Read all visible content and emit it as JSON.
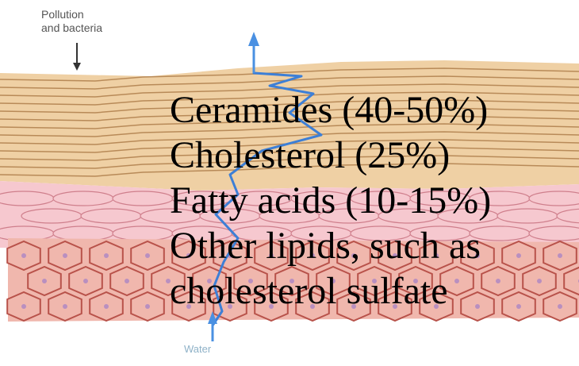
{
  "pollution_label": {
    "line1": "Pollution",
    "line2": "and bacteria"
  },
  "lipid_list": [
    "Ceramides (40-50%)",
    "Cholesterol (25%)",
    "Fatty acids (10-15%)",
    "Other lipids, such as",
    "cholesterol sulfate"
  ],
  "water_label": "Water",
  "colors": {
    "corneocyte_fill": "#efd0a4",
    "corneocyte_stroke": "#b88a58",
    "granular_fill": "#f6c8cf",
    "granular_stroke": "#cf7f8c",
    "cell_fill": "#f0b7ad",
    "cell_stroke": "#b8524a",
    "water_path": "#3d7fd6",
    "arrow": "#4a90e2"
  }
}
